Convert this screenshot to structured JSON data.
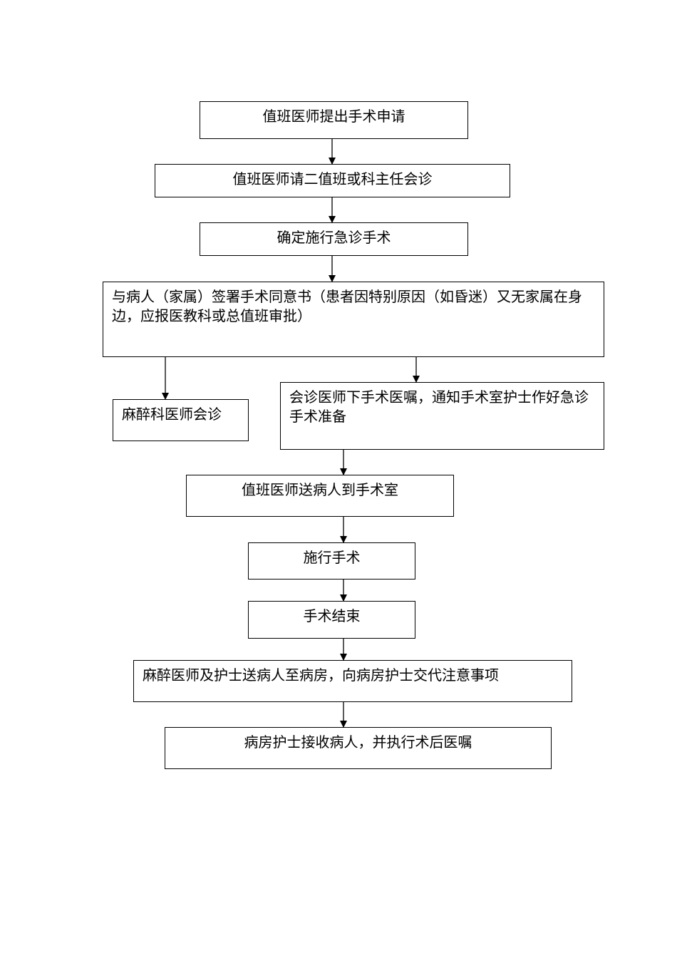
{
  "flowchart": {
    "steps": {
      "apply": "值班医师提出手术申请",
      "consult": "值班医师请二值班或科主任会诊",
      "decide": "确定施行急诊手术",
      "consent": "与病人（家属）签署手术同意书（患者因特别原因（如昏迷）又无家属在身边，应报医教科或总值班审批）",
      "anesthesia": "麻醉科医师会诊",
      "orders": "会诊医师下手术医嘱，通知手术室护士作好急诊手术准备",
      "transfer": "值班医师送病人到手术室",
      "surgery": "施行手术",
      "end": "手术结束",
      "return": "麻醉医师及护士送病人至病房，向病房护士交代注意事项",
      "receive": "病房护士接收病人，并执行术后医嘱"
    }
  }
}
